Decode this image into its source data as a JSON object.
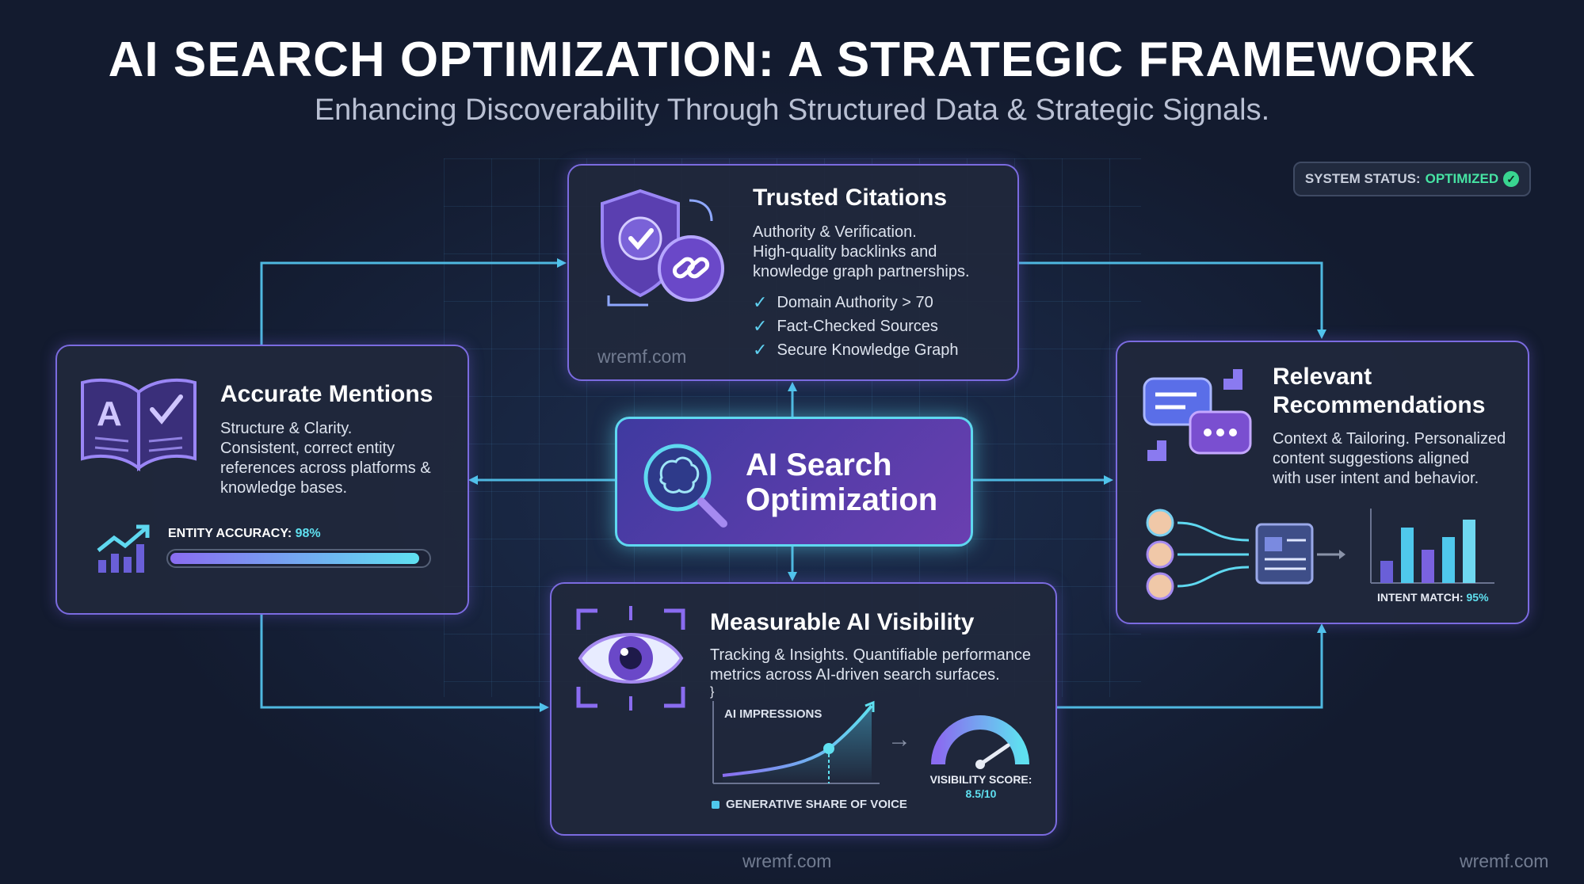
{
  "header": {
    "title": "AI SEARCH OPTIMIZATION: A STRATEGIC FRAMEWORK",
    "subtitle": "Enhancing Discoverability Through Structured Data & Strategic Signals."
  },
  "status": {
    "label": "SYSTEM STATUS:",
    "value": "OPTIMIZED"
  },
  "center": {
    "line1": "AI Search",
    "line2": "Optimization"
  },
  "trusted": {
    "title": "Trusted Citations",
    "desc_line1": "Authority & Verification.",
    "desc_line2": "High-quality backlinks and",
    "desc_line3": "knowledge graph partnerships.",
    "checks": [
      "Domain Authority > 70",
      "Fact-Checked Sources",
      "Secure Knowledge Graph"
    ],
    "watermark": "wremf.com"
  },
  "mentions": {
    "title": "Accurate Mentions",
    "desc_line1": "Structure & Clarity.",
    "desc_line2": "Consistent, correct entity",
    "desc_line3": "references across platforms &",
    "desc_line4": "knowledge bases.",
    "metric_label": "ENTITY ACCURACY:",
    "metric_value": "98%",
    "metric_fraction": 0.98
  },
  "recommendations": {
    "title_line1": "Relevant",
    "title_line2": "Recommendations",
    "desc_line1": "Context & Tailoring. Personalized",
    "desc_line2": "content suggestions aligned",
    "desc_line3": "with user intent and behavior.",
    "metric_label": "INTENT MATCH:",
    "metric_value": "95%"
  },
  "visibility": {
    "title": "Measurable AI Visibility",
    "desc_line1": "Tracking & Insights. Quantifiable performance",
    "desc_line2": "metrics across AI-driven search surfaces.",
    "chart_label": "AI IMPRESSIONS",
    "legend": "GENERATIVE SHARE OF VOICE",
    "score_label": "VISIBILITY SCORE:",
    "score_value": "8.5/10"
  },
  "watermarks": {
    "bottom_center": "wremf.com",
    "bottom_right": "wremf.com"
  },
  "colors": {
    "accent_purple": "#7b6be0",
    "accent_cyan": "#5fd8f0",
    "status_green": "#46e3a3",
    "background": "#131b2f"
  }
}
